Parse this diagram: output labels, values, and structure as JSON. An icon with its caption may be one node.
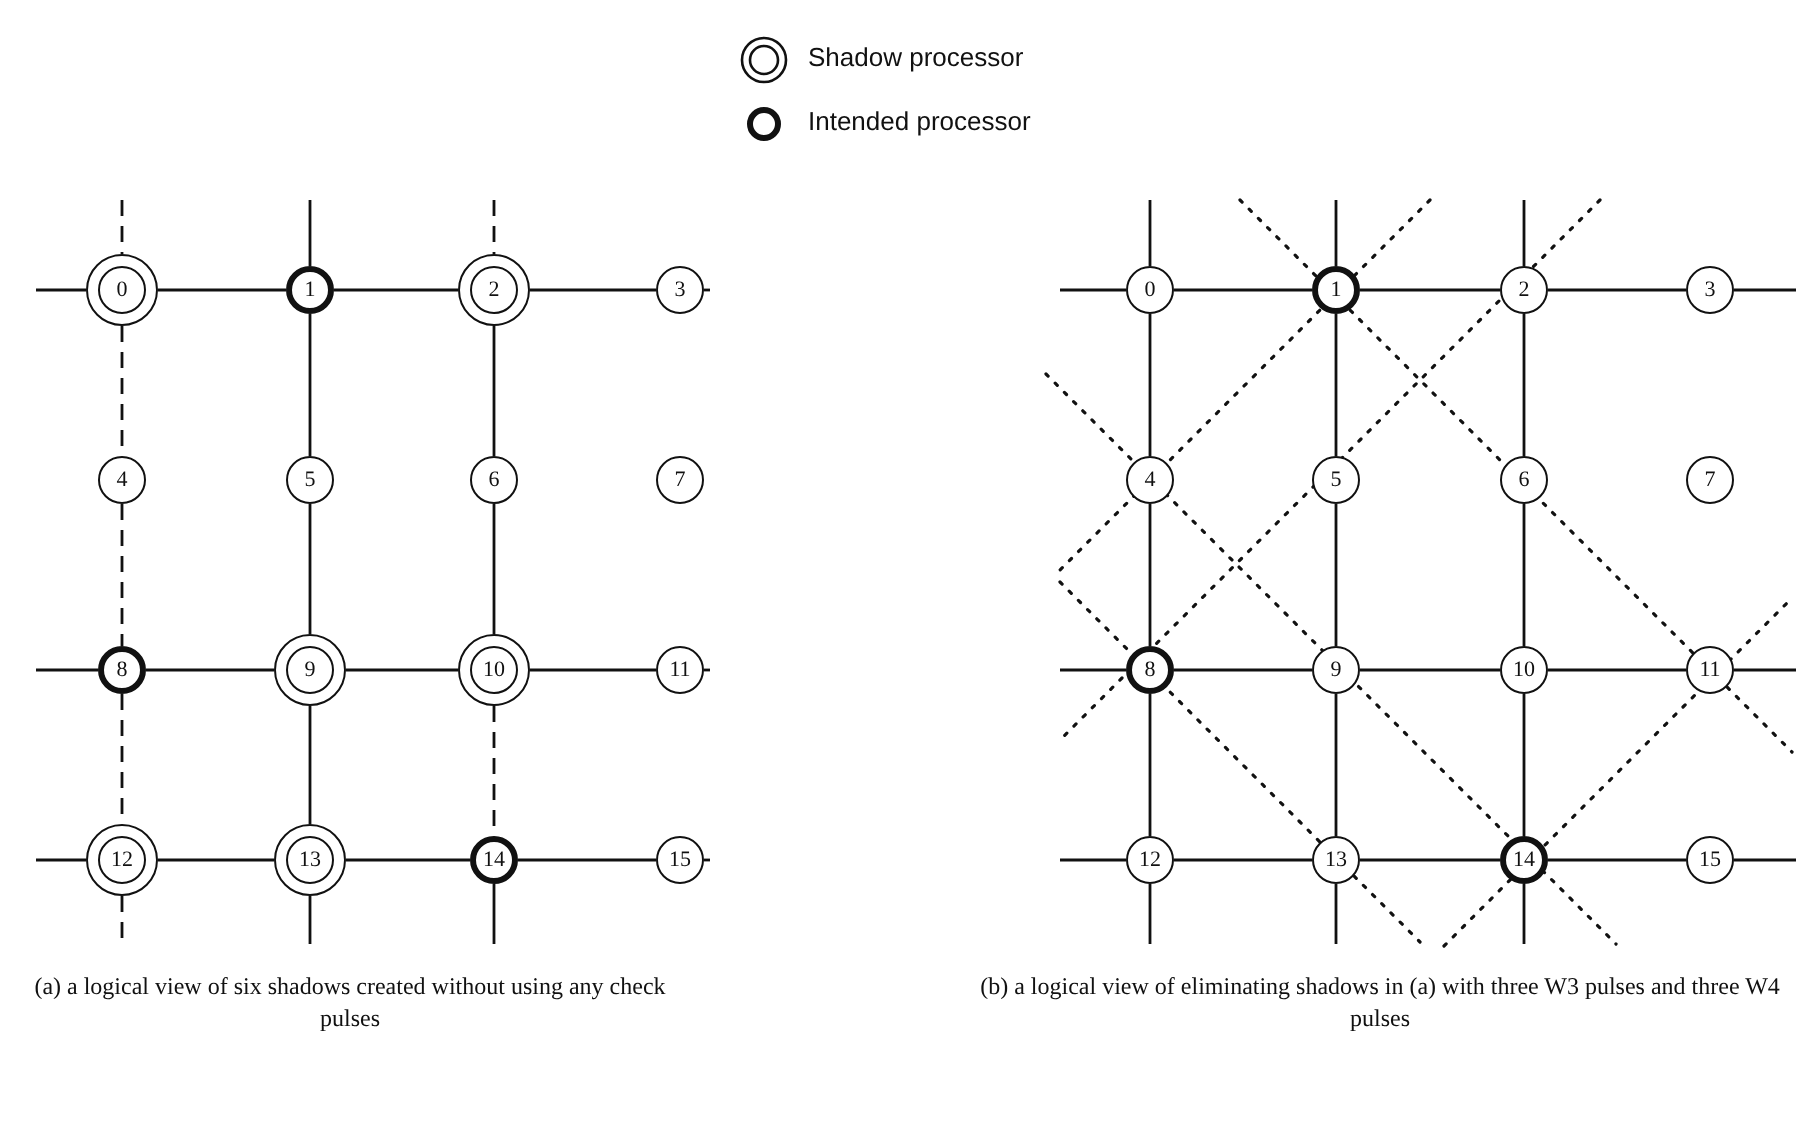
{
  "diagram": {
    "nodes": [
      {
        "text": [
          "0"
        ]
      },
      {
        "text": [
          "1"
        ]
      },
      {
        "text": [
          "2"
        ]
      },
      {
        "text": [
          "3"
        ]
      },
      {
        "text": [
          "4"
        ]
      },
      {
        "text": [
          "5"
        ]
      },
      {
        "text": [
          "6"
        ]
      },
      {
        "text": [
          "7"
        ]
      },
      {
        "text": [
          "8"
        ]
      },
      {
        "text": [
          "9"
        ]
      },
      {
        "text": [
          "10"
        ]
      },
      {
        "text": [
          "11"
        ]
      },
      {
        "text": [
          "12"
        ]
      },
      {
        "text": [
          "13"
        ]
      },
      {
        "text": [
          "14"
        ]
      },
      {
        "text": [
          "15"
        ]
      },
      {
        "text": [
          "0"
        ]
      },
      {
        "text": [
          "1"
        ]
      },
      {
        "text": [
          "2"
        ]
      },
      {
        "text": [
          "3"
        ]
      },
      {
        "text": [
          "4"
        ]
      },
      {
        "text": [
          "5"
        ]
      },
      {
        "text": [
          "6"
        ]
      },
      {
        "text": [
          "7"
        ]
      },
      {
        "text": [
          "8"
        ]
      },
      {
        "text": [
          "9"
        ]
      },
      {
        "text": [
          "10"
        ]
      },
      {
        "text": [
          "11"
        ]
      },
      {
        "text": [
          "12"
        ]
      },
      {
        "text": [
          "13"
        ]
      },
      {
        "text": [
          "14"
        ]
      },
      {
        "text": [
          "15"
        ]
      }
    ],
    "edges": [
      {
        "from": 0,
        "to": 1,
        "arrow": "none"
      },
      {
        "from": 1,
        "to": 2,
        "arrow": "none"
      },
      {
        "from": 2,
        "to": 3,
        "arrow": "none"
      },
      {
        "from": 8,
        "to": 9,
        "arrow": "none"
      },
      {
        "from": 9,
        "to": 10,
        "arrow": "none"
      },
      {
        "from": 10,
        "to": 11,
        "arrow": "none"
      },
      {
        "from": 12,
        "to": 13,
        "arrow": "none"
      },
      {
        "from": 13,
        "to": 14,
        "arrow": "none"
      },
      {
        "from": 14,
        "to": 15,
        "arrow": "none"
      },
      {
        "from": 0,
        "to": 4,
        "arrow": "none",
        "style": "dashed"
      },
      {
        "from": 4,
        "to": 8,
        "arrow": "none",
        "style": "dashed"
      },
      {
        "from": 8,
        "to": 12,
        "arrow": "none",
        "style": "dashed"
      },
      {
        "from": 1,
        "to": 5,
        "arrow": "none"
      },
      {
        "from": 5,
        "to": 9,
        "arrow": "none"
      },
      {
        "from": 9,
        "to": 13,
        "arrow": "none"
      },
      {
        "from": 2,
        "to": 6,
        "arrow": "none"
      },
      {
        "from": 6,
        "to": 10,
        "arrow": "none"
      },
      {
        "from": 10,
        "to": 14,
        "arrow": "none",
        "style": "dashed"
      },
      {
        "from": 16,
        "to": 17,
        "arrow": "none"
      },
      {
        "from": 17,
        "to": 18,
        "arrow": "none"
      },
      {
        "from": 18,
        "to": 19,
        "arrow": "none"
      },
      {
        "from": 24,
        "to": 25,
        "arrow": "none"
      },
      {
        "from": 25,
        "to": 26,
        "arrow": "none"
      },
      {
        "from": 26,
        "to": 27,
        "arrow": "none"
      },
      {
        "from": 28,
        "to": 29,
        "arrow": "none"
      },
      {
        "from": 29,
        "to": 30,
        "arrow": "none"
      },
      {
        "from": 30,
        "to": 31,
        "arrow": "none"
      },
      {
        "from": 16,
        "to": 20,
        "arrow": "none"
      },
      {
        "from": 20,
        "to": 24,
        "arrow": "none"
      },
      {
        "from": 24,
        "to": 28,
        "arrow": "none"
      },
      {
        "from": 17,
        "to": 21,
        "arrow": "none"
      },
      {
        "from": 21,
        "to": 25,
        "arrow": "none"
      },
      {
        "from": 25,
        "to": 29,
        "arrow": "none"
      },
      {
        "from": 18,
        "to": 22,
        "arrow": "none"
      },
      {
        "from": 22,
        "to": 26,
        "arrow": "none"
      },
      {
        "from": 26,
        "to": 30,
        "arrow": "none"
      }
    ],
    "labels": [
      "(a) a logical view of six shadows created without using any check pulses",
      "(b) a logical view of eliminating shadows in (a) with three W3 pulses and three W4 pulses"
    ],
    "legend": [
      {
        "text": "Shadow processor"
      },
      {
        "text": "Intended processor"
      }
    ]
  }
}
